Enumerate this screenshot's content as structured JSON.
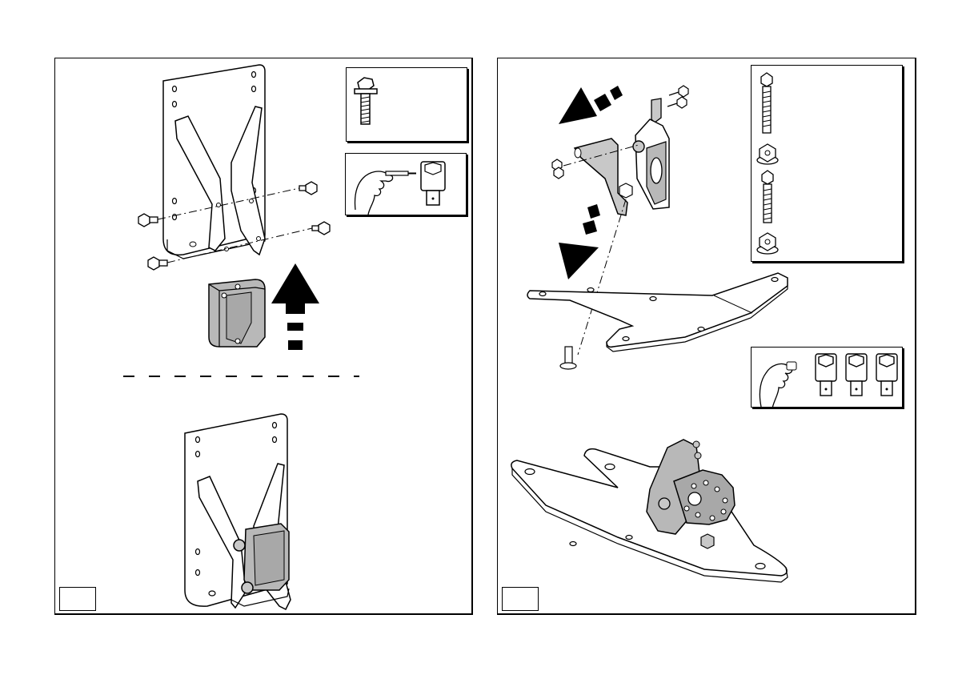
{
  "page": {
    "background": "#ffffff",
    "line_color": "#000000",
    "part_fill": "#b8b8b8"
  },
  "panels": [
    {
      "id": "left",
      "step_number": "",
      "hardware_boxes": [
        "flange-bolt-icon",
        "hand-tightening-with-socket-icon"
      ],
      "drawings": [
        "vertical-mounting-plate-icon",
        "bumper-block-icon",
        "up-arrow-icon",
        "separator-line",
        "assembled-bracket-icon"
      ]
    },
    {
      "id": "right",
      "step_number": "",
      "hardware_boxes": [
        "bolt-nut-set-icon",
        "hand-with-three-sockets-icon"
      ],
      "drawings": [
        "sensor-bracket-icon",
        "diagonal-arrow-icon",
        "down-arrow-icon",
        "horizontal-plate-icon",
        "assembled-plate-icon"
      ]
    }
  ]
}
